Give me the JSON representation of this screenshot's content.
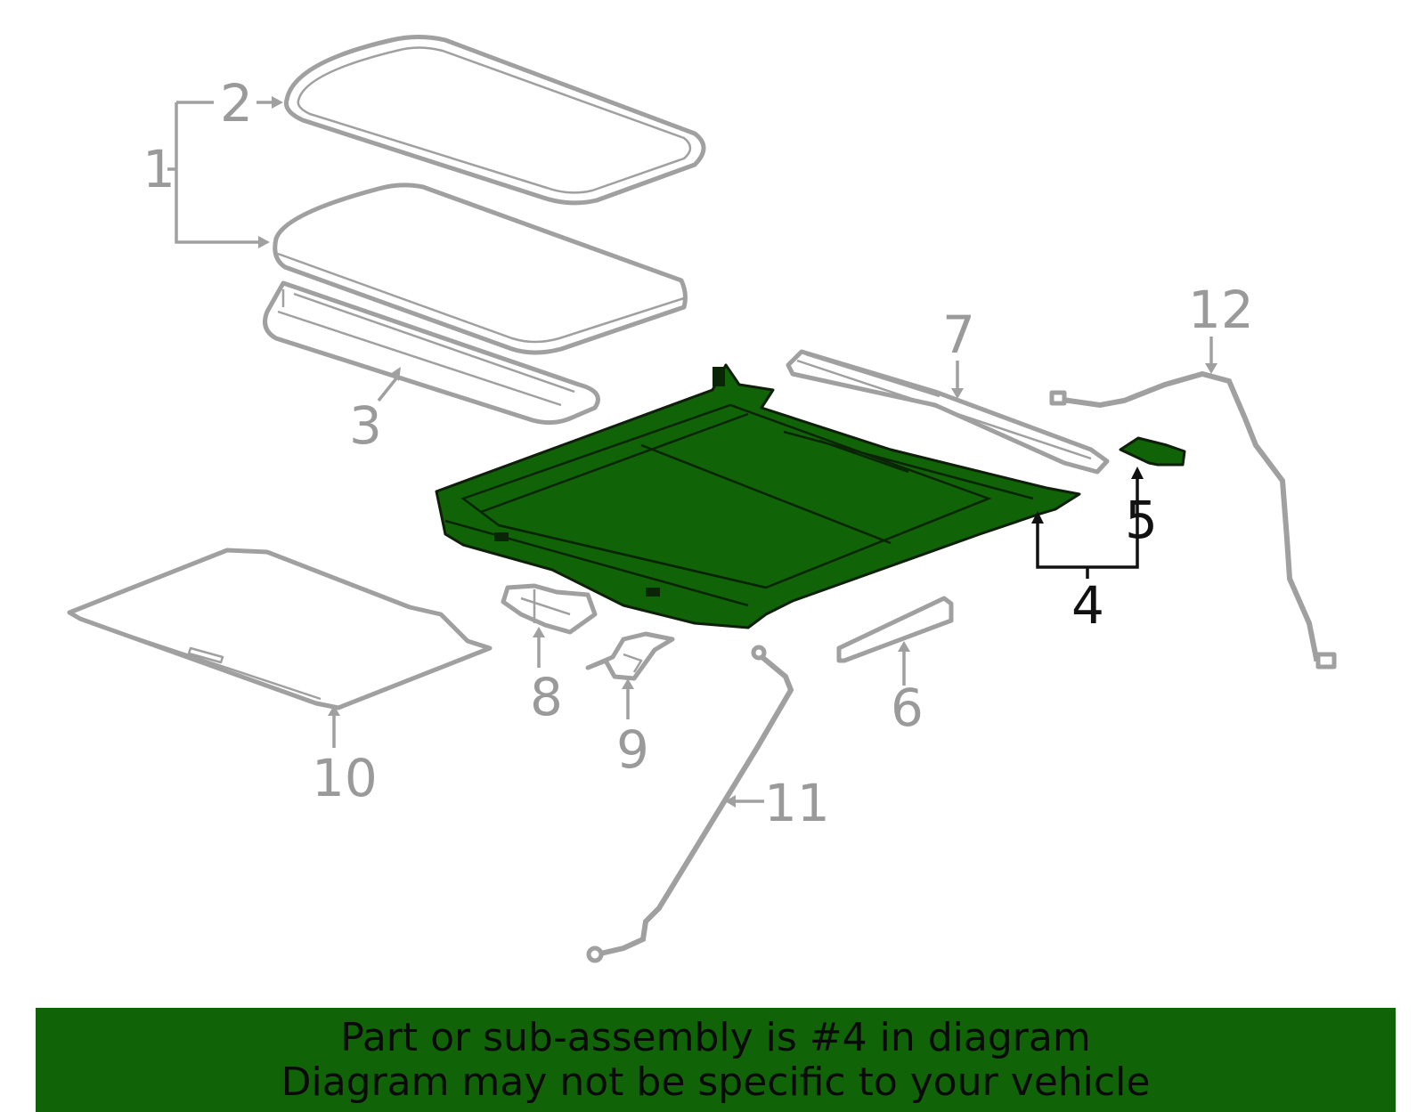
{
  "diagram": {
    "highlight_color": "#116308",
    "part_color": "#a0a0a0",
    "callouts": {
      "c1": "1",
      "c2": "2",
      "c3": "3",
      "c4": "4",
      "c5": "5",
      "c6": "6",
      "c7": "7",
      "c8": "8",
      "c9": "9",
      "c10": "10",
      "c11": "11",
      "c12": "12"
    },
    "highlighted_part": "4"
  },
  "banner": {
    "line1": "Part or sub-assembly is #4 in diagram",
    "line2": "Diagram may not be specific to your vehicle",
    "color": "#116308"
  }
}
